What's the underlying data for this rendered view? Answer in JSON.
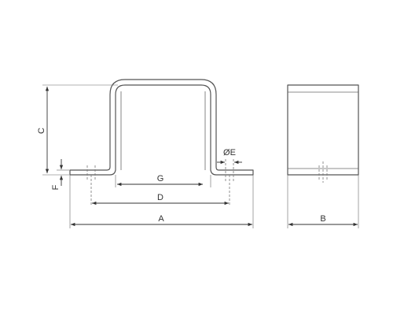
{
  "labels": {
    "A": "A",
    "B": "B",
    "C": "C",
    "D": "D",
    "E": "ØE",
    "F": "F",
    "G": "G"
  },
  "colors": {
    "outline": "#555555",
    "dimension": "#333333"
  }
}
